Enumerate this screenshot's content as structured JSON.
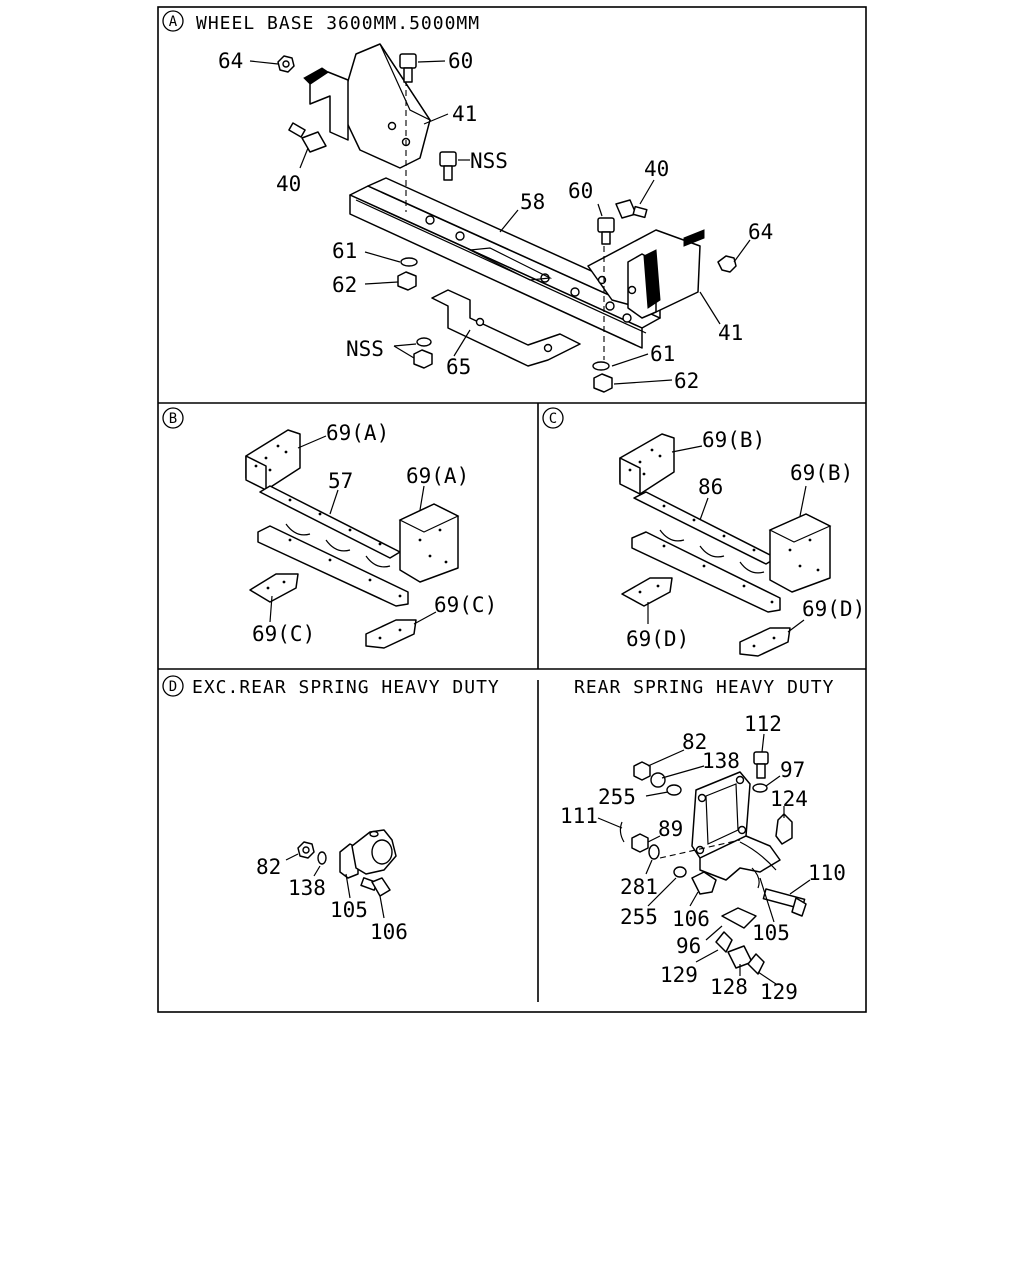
{
  "panels": {
    "a": {
      "marker": "A",
      "title": "WHEEL BASE 3600MM.5000MM",
      "callouts": [
        "64",
        "60",
        "41",
        "40",
        "NSS",
        "58",
        "61",
        "62",
        "NSS",
        "65",
        "60",
        "40",
        "64",
        "41",
        "61",
        "62"
      ]
    },
    "b": {
      "marker": "B",
      "callouts": [
        "69(A)",
        "57",
        "69(A)",
        "69(C)",
        "69(C)"
      ]
    },
    "c": {
      "marker": "C",
      "callouts": [
        "69(B)",
        "86",
        "69(B)",
        "69(D)",
        "69(D)"
      ]
    },
    "d_left": {
      "marker": "D",
      "title": "EXC.REAR SPRING HEAVY DUTY",
      "callouts": [
        "82",
        "138",
        "105",
        "106"
      ]
    },
    "d_right": {
      "title": "REAR SPRING HEAVY DUTY",
      "callouts": [
        "112",
        "82",
        "138",
        "97",
        "255",
        "124",
        "111",
        "89",
        "110",
        "281",
        "255",
        "106",
        "105",
        "96",
        "129",
        "128",
        "129"
      ]
    }
  }
}
